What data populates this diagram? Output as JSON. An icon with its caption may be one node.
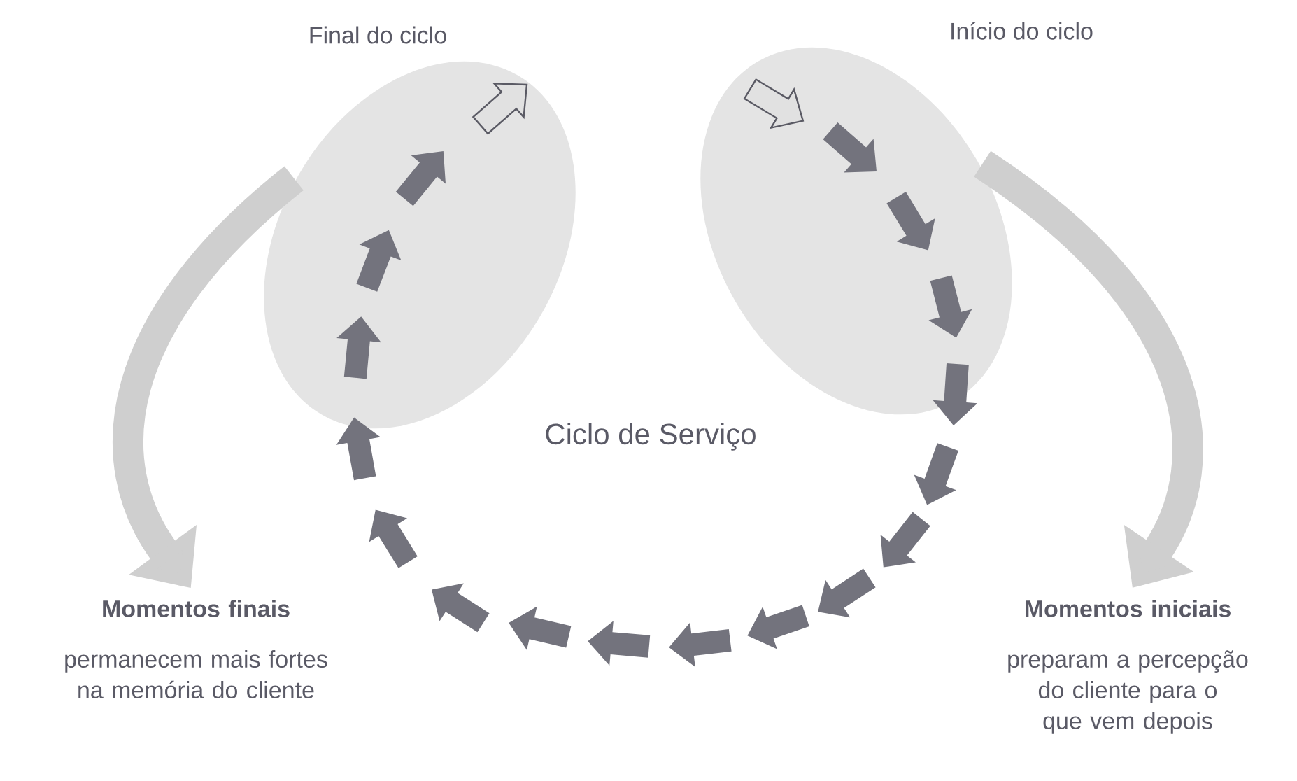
{
  "diagram": {
    "nodes": [
      {
        "text": [
          "Final do ciclo"
        ]
      },
      {
        "text": [
          "Início do ciclo"
        ]
      },
      {
        "text": [
          "Momentos finais",
          "permanecem mais fortes na memória do cliente"
        ]
      },
      {
        "text": [
          "Momentos iniciais",
          "preparam a percepção do cliente para o que vem depois"
        ]
      }
    ],
    "edges": [
      {
        "from": 0,
        "to": 2,
        "arrow": "to"
      },
      {
        "from": 1,
        "to": 3,
        "arrow": "to"
      }
    ],
    "labels": [
      "Ciclo de Serviço"
    ]
  }
}
